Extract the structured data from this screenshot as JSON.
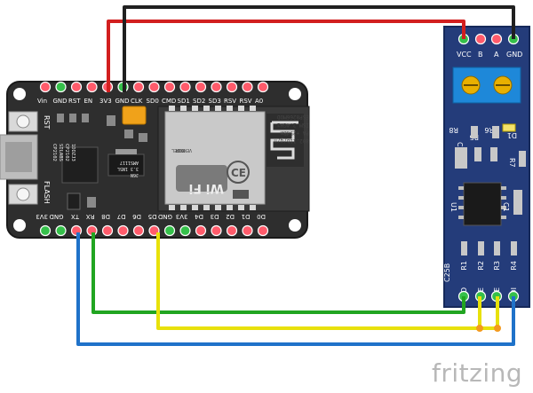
{
  "watermark": "fritzing",
  "nodemcu": {
    "top_pins": [
      "Vin",
      "GND",
      "RST",
      "EN",
      "3V3",
      "GND",
      "CLK",
      "SD0",
      "CMD",
      "SD1",
      "SD2",
      "SD3",
      "RSV",
      "RSV",
      "A0"
    ],
    "bottom_pins": [
      "3V3",
      "GND",
      "TX",
      "RX",
      "D8",
      "D7",
      "D6",
      "D5",
      "GND",
      "3V3",
      "D4",
      "D3",
      "D2",
      "D1",
      "D0"
    ],
    "buttons": {
      "rst": "RST",
      "flash": "FLASH"
    },
    "usb_chip": [
      "CP2102",
      "SILABS",
      "CP2102",
      "1DDZJ3"
    ],
    "small_chip": [
      "AMS1117",
      "3.3 1N5L",
      "J6N"
    ],
    "module": [
      "ESP8266MOD",
      "ISM 2.4GHz",
      "PA +25dBm",
      "802.11b/g/n",
      "MODEL",
      "VENDOR"
    ],
    "wifi_logo": "Wi Fi"
  },
  "rs485": {
    "top_pins": [
      "VCC",
      "B",
      "A",
      "GND"
    ],
    "bottom_pins": [
      "RO",
      "RE",
      "DE",
      "DI"
    ],
    "resistors_top": [
      "R8",
      "R5",
      "R6"
    ],
    "labels_mid": [
      "C2",
      "D1",
      "R7",
      "U1",
      "C1"
    ],
    "resistors_bottom": [
      "R1",
      "R2",
      "R3",
      "R4"
    ],
    "cap": "C25B"
  }
}
